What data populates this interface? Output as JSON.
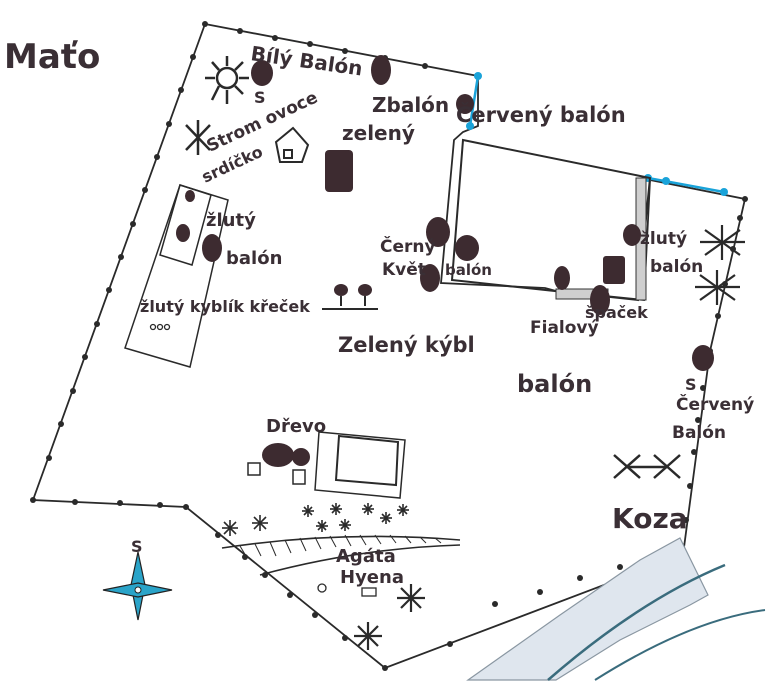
{
  "map": {
    "author": "Maťo",
    "labels": {
      "bily_balon": "Bílý Balón",
      "zeleny_balon_1": "Zbalón",
      "zeleny_balon_2": "zelený",
      "cerveny_balon_top": "Červený balón",
      "strom_ovoce": "Strom ovoce",
      "srdcicko": "srdíčko",
      "zluty_balon_left_1": "žlutý",
      "zluty_balon_left_2": "balón",
      "zluty_kyblik_krecek": "žlutý kyblík křeček",
      "zeleny_kybl": "Zelený kýbl",
      "cerny_kveten_1": "Černý",
      "cerny_kveten_2": "Květ",
      "zluty_balon_right_1": "žlutý",
      "zluty_balon_right_2": "balón",
      "fialovy_1": "Fialový",
      "fialovy_2": "balón",
      "spacek": "špaček",
      "cerveny_balon_right_1": "Červený",
      "cerveny_balon_right_2": "Balón",
      "drevo": "Dřevo",
      "koza": "Koza",
      "agata_1": "Agáta",
      "agata_2": "Hyena",
      "north_label": "S"
    },
    "colors": {
      "ink": "#2a2a2a",
      "blob": "#3d2b30",
      "accent_blue": "#1aa3d9",
      "river_fill": "#dfe6ee",
      "river_line": "#3a6c7d",
      "compass_blue": "#2aa4c9"
    }
  }
}
